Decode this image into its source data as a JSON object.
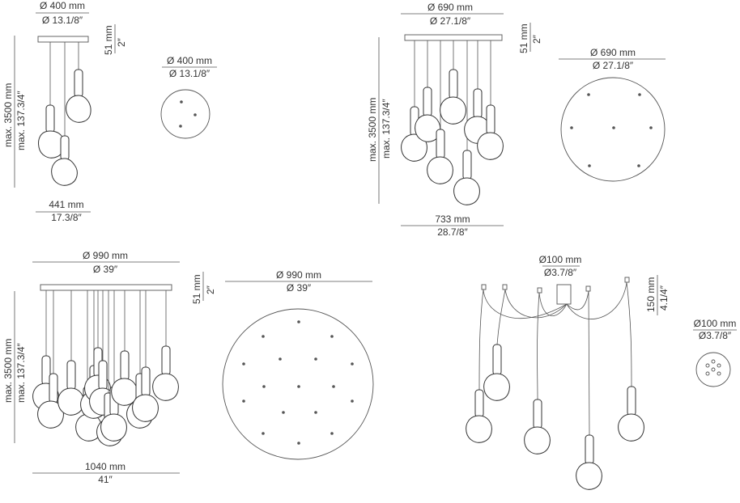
{
  "colors": {
    "line": "#555555",
    "text": "#333333",
    "background": "#ffffff"
  },
  "layouts": [
    {
      "id": "three-pendant",
      "canopy_top": {
        "mm": "Ø 400 mm",
        "in": "Ø 13.1/8″"
      },
      "canopy_height": {
        "mm": "51 mm",
        "in": "2″"
      },
      "drop": {
        "mm": "max. 3500 mm",
        "in": "max. 137.3/4″"
      },
      "width": {
        "mm": "441 mm",
        "in": "17.3/8″"
      },
      "plan": {
        "mm": "Ø 400 mm",
        "in": "Ø 13.1/8″"
      }
    },
    {
      "id": "seven-pendant",
      "canopy_top": {
        "mm": "Ø 690 mm",
        "in": "Ø 27.1/8″"
      },
      "canopy_height": {
        "mm": "51 mm",
        "in": "2″"
      },
      "drop": {
        "mm": "max. 3500 mm",
        "in": "max. 137.3/4″"
      },
      "width": {
        "mm": "733 mm",
        "in": "28.7/8″"
      },
      "plan": {
        "mm": "Ø 690 mm",
        "in": "Ø 27.1/8″"
      }
    },
    {
      "id": "fifteen-pendant",
      "canopy_top": {
        "mm": "Ø 990 mm",
        "in": "Ø 39″"
      },
      "canopy_height": {
        "mm": "51 mm",
        "in": "2″"
      },
      "drop": {
        "mm": "max. 3500 mm",
        "in": "max. 137.3/4″"
      },
      "width": {
        "mm": "1040 mm",
        "in": "41″"
      },
      "plan": {
        "mm": "Ø 990 mm",
        "in": "Ø 39″"
      }
    },
    {
      "id": "spider-pendant",
      "canopy_top": {
        "mm": "Ø100 mm",
        "in": "Ø3.7/8″"
      },
      "canopy_height": {
        "mm": "150 mm",
        "in": "4.1/4″"
      },
      "plan": {
        "mm": "Ø100 mm",
        "in": "Ø3.7/8″"
      }
    }
  ]
}
